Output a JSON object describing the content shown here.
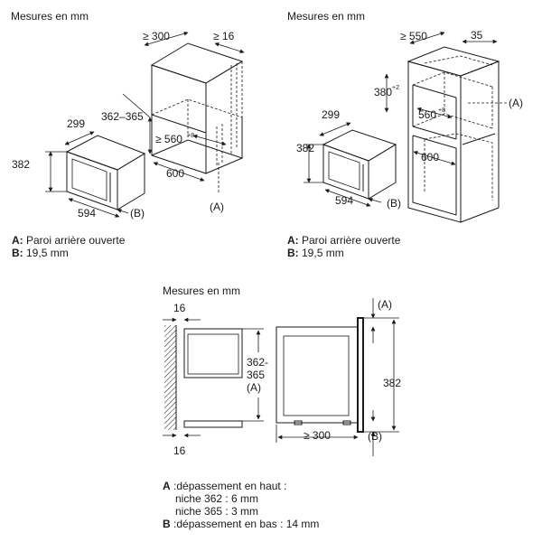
{
  "panel1": {
    "heading": "Mesures en mm",
    "dims": {
      "depth_min": "≥ 300",
      "gap_min": "≥ 16",
      "device_depth": "299",
      "niche_height": "362–365",
      "device_height": "382",
      "niche_width": "≥ 560",
      "niche_width_sup": "+8",
      "cabinet_depth": "600",
      "device_width": "594"
    },
    "labels": {
      "a": "(A)",
      "b": "(B)"
    },
    "legend": {
      "a_key": "A:",
      "a_text": " Paroi arrière ouverte",
      "b_key": "B:",
      "b_text": " 19,5 mm"
    }
  },
  "panel2": {
    "heading": "Mesures en mm",
    "dims": {
      "depth_min": "≥ 550",
      "top_gap": "35",
      "niche_height": "380",
      "niche_height_sup": "+2",
      "niche_width": "560",
      "niche_width_sup": "+8",
      "device_depth": "299",
      "device_height": "382",
      "cabinet_depth": "600",
      "device_width": "594"
    },
    "labels": {
      "a": "(A)",
      "b": "(B)"
    },
    "legend": {
      "a_key": "A:",
      "a_text": " Paroi arrière ouverte",
      "b_key": "B:",
      "b_text": " 19,5 mm"
    }
  },
  "panel3": {
    "heading": "Mesures en mm",
    "dims": {
      "top_shelf": "16",
      "bottom_shelf": "16",
      "niche_line1": "362-",
      "niche_line2": "365",
      "niche_line3": "(A)",
      "depth_min": "≥ 300",
      "device_height": "382"
    },
    "labels": {
      "a": "(A)",
      "b": "(B)"
    },
    "legend": {
      "a_key": "A",
      "a_line1": " :dépassement en haut :",
      "a_line2": "niche 362 : 6 mm",
      "a_line3": "niche 365 : 3 mm",
      "b_key": "B",
      "b_text": " :dépassement en bas : 14 mm"
    }
  }
}
